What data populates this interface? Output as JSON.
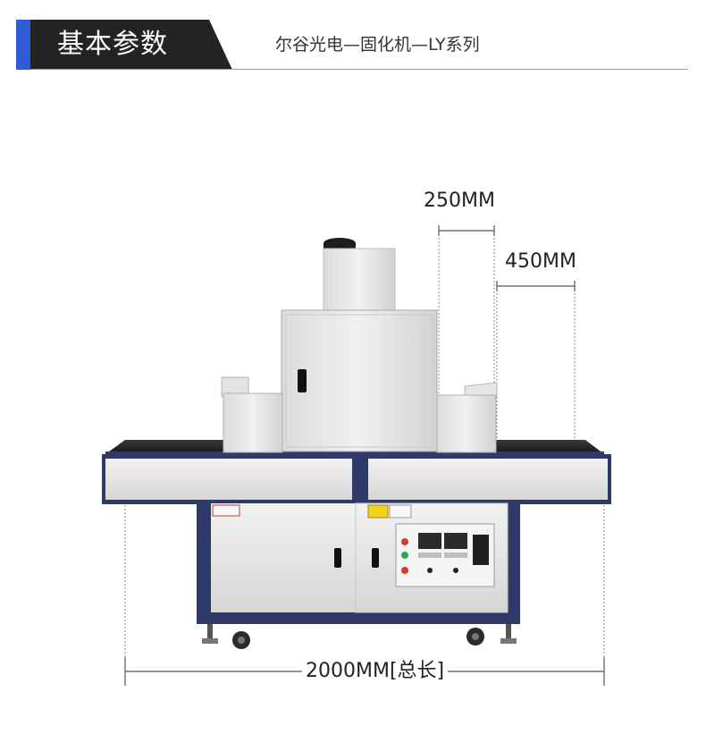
{
  "header": {
    "title": "基本参数",
    "subtitle": "尔谷光电—固化机—LY系列",
    "accent_color": "#2e5bd6",
    "tab_color": "#232323"
  },
  "dimensions": {
    "width_a": "250MM",
    "width_b": "450MM",
    "total_length": "2000MM[总长]"
  },
  "machine": {
    "frame_color": "#2f3a6b",
    "panel_color": "#e6e6e6"
  }
}
